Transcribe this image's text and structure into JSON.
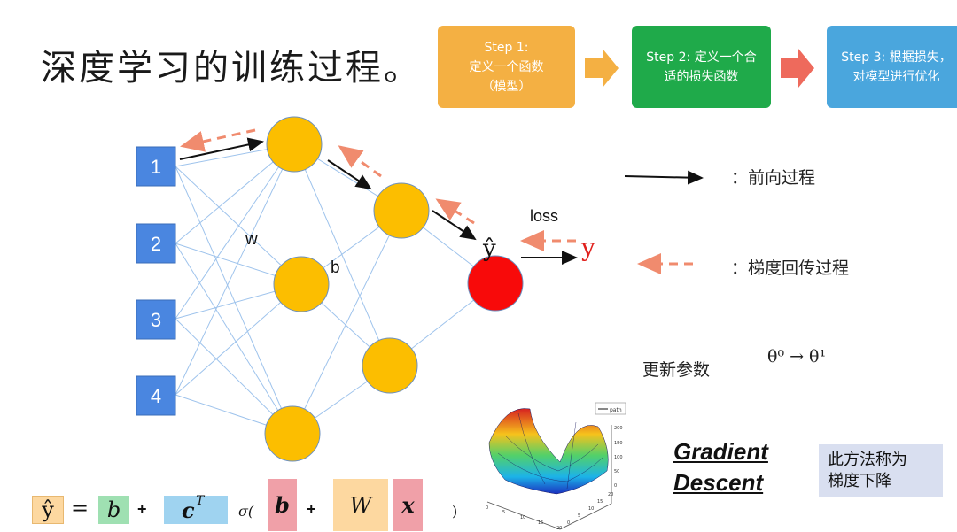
{
  "title": "深度学习的训练过程。",
  "steps": [
    {
      "line1": "Step 1:",
      "line2": "定义一个函数",
      "line3": "（模型）"
    },
    {
      "line1": "Step 2: 定义一个合",
      "line2": "适的损失函数"
    },
    {
      "line1": "Step 3: 根据损失，",
      "line2": "对模型进行优化"
    }
  ],
  "network": {
    "inputs": [
      "1",
      "2",
      "3",
      "4"
    ],
    "weight_label": "w",
    "bias_label": "b",
    "output_symbol": "ŷ",
    "target_symbol": "y",
    "loss_label": "loss"
  },
  "legend": {
    "forward": "：前向过程",
    "backward": "：梯度回传过程"
  },
  "update": {
    "label": "更新参数",
    "theta": "θ⁰ → θ¹"
  },
  "surface_plot": {
    "legend": "path",
    "z_ticks": [
      "200",
      "150",
      "100",
      "50",
      "0"
    ],
    "x_ticks": [
      "0",
      "5",
      "10",
      "15",
      "20"
    ],
    "y_ticks": [
      "20",
      "15",
      "10",
      "5",
      "0"
    ]
  },
  "gradient_descent": {
    "line1": "Gradient",
    "line2": "Descent"
  },
  "note": {
    "line1": "此方法称为",
    "line2": "梯度下降"
  },
  "formula": {
    "yhat": "ŷ",
    "equals": "=",
    "b1": "b",
    "plus1": "+",
    "cT": "c",
    "cT_sup": "T",
    "sigma": "σ(",
    "b2": "b",
    "plus2": "+",
    "W": "W",
    "x": "x",
    "close": ")"
  },
  "colors": {
    "step1": "#f4b043",
    "step2": "#1faa4a",
    "step3": "#4aa6dd",
    "node": "#fcbe00",
    "output_node": "#f80a0a",
    "input": "#4a86e0",
    "backward_arrow": "#f08b6e",
    "connection": "#9ec3ec"
  }
}
